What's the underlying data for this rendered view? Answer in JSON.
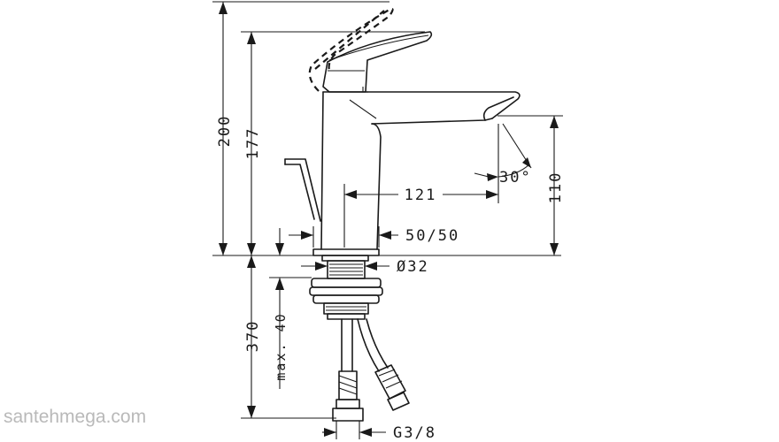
{
  "dimensions": {
    "total_height": "200",
    "spout_height": "177",
    "outlet_height": "110",
    "projection": "121",
    "swivel_angle": "30°",
    "lever_offset": "50/50",
    "shank_diameter": "Ø32",
    "below_deck_length": "370",
    "max_deck_thickness": "max. 40",
    "connection_thread": "G3/8"
  },
  "watermark": "santehmega.com"
}
